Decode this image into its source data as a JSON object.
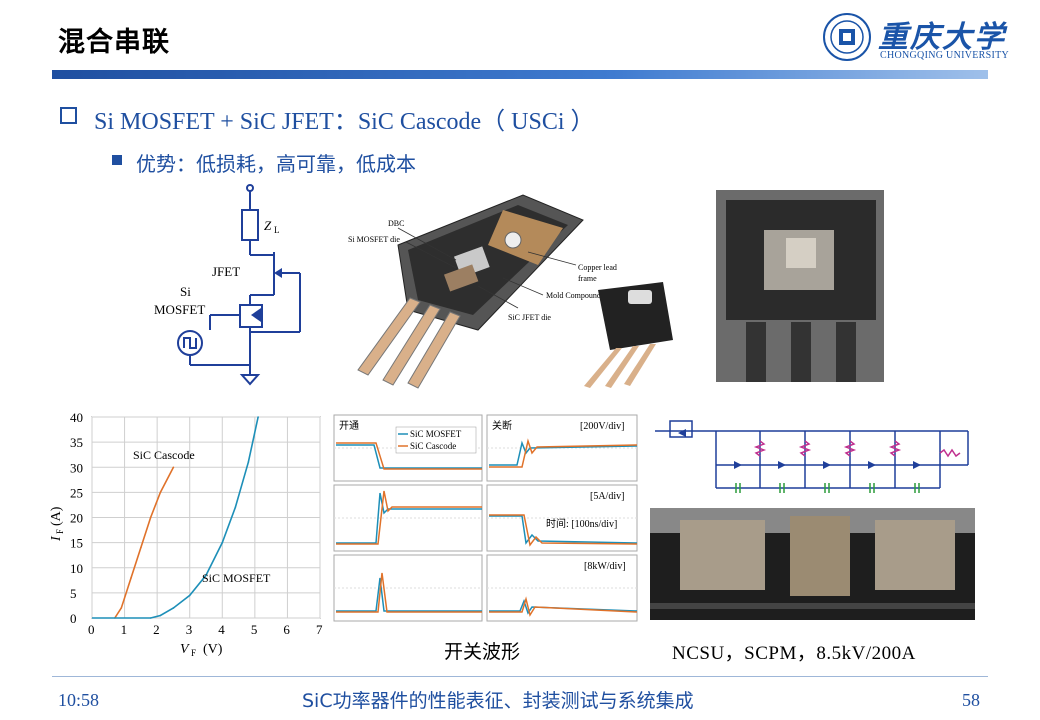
{
  "title": "混合串联",
  "logo": {
    "cn": "重庆大学",
    "en": "CHONGQING UNIVERSITY"
  },
  "bullet1": "Si MOSFET + SiC JFET：SiC Cascode（ USCi ）",
  "bullet2": "优势：低损耗，高可靠，低成本",
  "schematic": {
    "zl": "Z",
    "zl_sub": "L",
    "jfet": "JFET",
    "si": "Si",
    "mosfet": "MOSFET"
  },
  "package": {
    "dbc": "DBC",
    "si_die": "Si MOSFET die",
    "copper1": "Copper lead",
    "copper2": "frame",
    "mold": "Mold Compound",
    "sic_die": "SiC JFET die"
  },
  "wave": {
    "on": "开通",
    "off": "关断",
    "legend": [
      "SiC MOSFET",
      "SiC Cascode"
    ],
    "r1": "[200V/div]",
    "r2": "[5A/div]",
    "r3": "时间: [100ns/div]",
    "r4": "[8kW/div]"
  },
  "caption_waves": "开关波形",
  "caption_ncsu": "NCSU，SCPM，8.5kV/200A",
  "time": "10:58",
  "footer": "SiC功率器件的性能表征、封装测试与系统集成",
  "page": "58",
  "colors": {
    "accent": "#1f4fa0",
    "cascode": "#e0722a",
    "mosfet": "#1d8fb8"
  },
  "chart_data": {
    "type": "line",
    "xlabel": "V",
    "xlabel_sub": "F",
    "xlabel_unit": "(V)",
    "ylabel": "I",
    "ylabel_sub": "F",
    "ylabel_unit": "(A)",
    "xlim": [
      0,
      7
    ],
    "ylim": [
      0,
      40
    ],
    "xticks": [
      "0",
      "1",
      "2",
      "3",
      "4",
      "5",
      "6",
      "7"
    ],
    "yticks": [
      "0",
      "5",
      "10",
      "15",
      "20",
      "25",
      "30",
      "35",
      "40"
    ],
    "series": [
      {
        "name": "SiC Cascode",
        "color": "#e0722a",
        "x": [
          0.7,
          0.9,
          1.2,
          1.5,
          1.8,
          2.1,
          2.5
        ],
        "y": [
          0,
          2,
          8,
          14,
          20,
          25,
          30
        ]
      },
      {
        "name": "SiC MOSFET",
        "color": "#1d8fb8",
        "x": [
          1.8,
          2.1,
          2.5,
          3.0,
          3.5,
          4.0,
          4.4,
          4.8,
          5.1
        ],
        "y": [
          0,
          0.5,
          2,
          4.5,
          8.5,
          15,
          22,
          31,
          40
        ]
      }
    ],
    "annotations": [
      "SiC Cascode",
      "SiC MOSFET"
    ]
  }
}
